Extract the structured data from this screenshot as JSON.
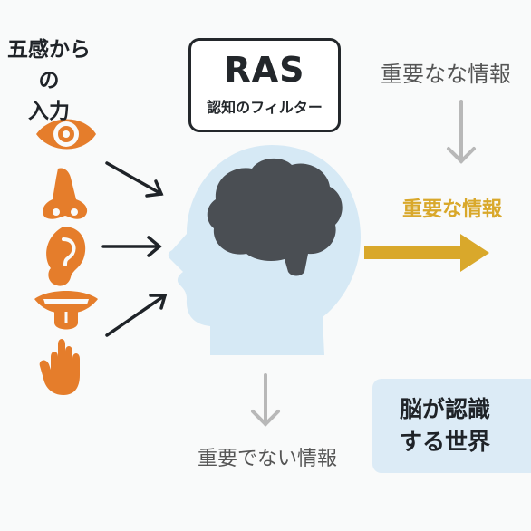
{
  "senses": {
    "title_line1": "五感からの",
    "title_line2": "入力",
    "icons": [
      "eye-icon",
      "nose-icon",
      "ear-icon",
      "tongue-icon",
      "hand-icon"
    ]
  },
  "ras": {
    "title": "RAS",
    "subtitle": "認知のフィルター"
  },
  "labels": {
    "top_right": "重要なな情報",
    "important": "重要な情報",
    "unimportant": "重要でない情報"
  },
  "world": {
    "line1": "脳が認識",
    "line2": "する世界"
  },
  "colors": {
    "sense_orange": "#e57d2b",
    "important_gold": "#d9a82b",
    "head_blue": "#d6e9f5",
    "brain_gray": "#4a4e53",
    "arrow_gray": "#b8b8b8",
    "world_box": "#dcebf6"
  }
}
